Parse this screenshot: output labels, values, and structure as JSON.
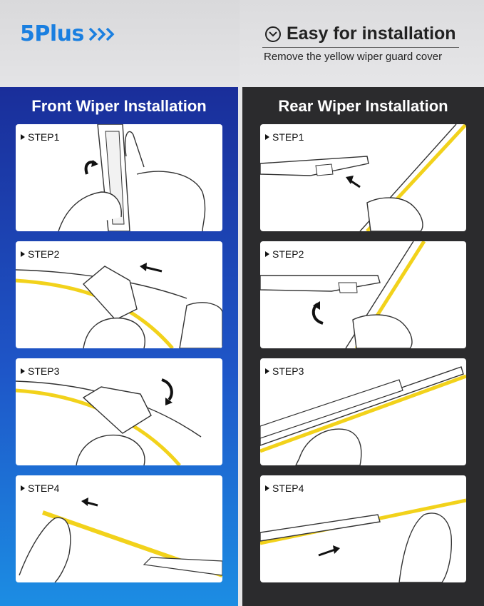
{
  "header": {
    "brand": "5Plus",
    "install_title": "Easy for installation",
    "install_subtitle": "Remove the yellow wiper guard cover"
  },
  "front": {
    "title": "Front Wiper Installation",
    "steps": [
      {
        "label": "STEP1"
      },
      {
        "label": "STEP2"
      },
      {
        "label": "STEP3"
      },
      {
        "label": "STEP4"
      }
    ]
  },
  "rear": {
    "title": "Rear Wiper Installation",
    "steps": [
      {
        "label": "STEP1"
      },
      {
        "label": "STEP2"
      },
      {
        "label": "STEP3"
      },
      {
        "label": "STEP4"
      }
    ]
  },
  "colors": {
    "accent_blue": "#1a7fe0",
    "guard_yellow": "#f2d21b",
    "rear_bg": "#2b2b2d"
  }
}
